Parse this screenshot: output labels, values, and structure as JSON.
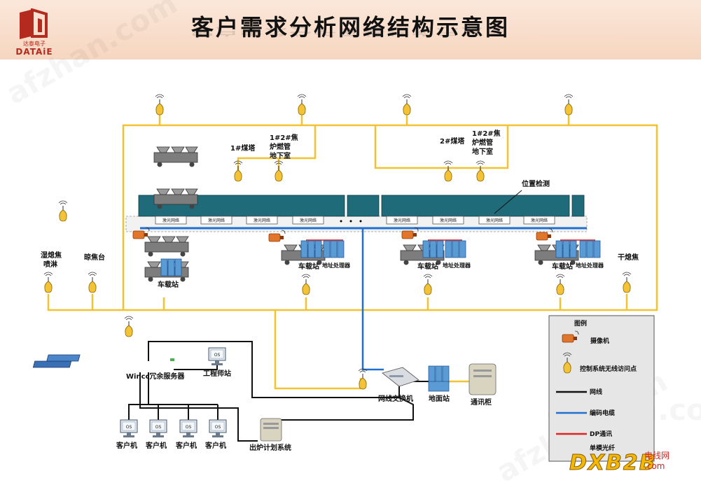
{
  "header": {
    "title": "客户需求分析网络结构示意图",
    "logo_cn": "达泰电子",
    "logo_en": "DATAiE"
  },
  "labels": {
    "coal_tower_1": "1#煤塔",
    "coke_basement_12_left": [
      "1#2#焦",
      "炉燃管",
      "地下室"
    ],
    "coal_tower_2": "2#煤塔",
    "coke_basement_12_right": [
      "1#2#焦",
      "炉燃管",
      "地下室"
    ],
    "position_detect": "位置检测",
    "wet_quench": [
      "湿熄焦",
      "喷淋"
    ],
    "coke_platform": "晾焦台",
    "dry_quench": "干熄焦",
    "car_station": "车载站",
    "address_processor": "地址处理器",
    "laser_net": "激光网络",
    "wincc_server": "Wincc冗余服务器",
    "eng_station": "工程师站",
    "net_switch": "网线交换机",
    "ground_station": "地面站",
    "comm_cabinet": "通讯柜",
    "client": "客户机",
    "plan_system": "出炉计划系统",
    "monitor_label": "OS"
  },
  "legend": {
    "title": "图例",
    "items": [
      {
        "key": "camera",
        "label": "摄像机"
      },
      {
        "key": "ap",
        "label": "控制系统无线访问点"
      },
      {
        "key": "network_cable",
        "label": "网线"
      },
      {
        "key": "coded_cable",
        "label": "编码电缆"
      },
      {
        "key": "dp",
        "label": "DP通讯"
      },
      {
        "key": "fiber",
        "label": "单模光纤"
      }
    ]
  },
  "colors": {
    "fiber": "#f2c230",
    "coded_cable": "#1f6fd1",
    "dp": "#e52020",
    "network_cable": "#111111",
    "rail_block": "#1f6b7a",
    "ap_fill": "#f3c237",
    "camera": "#e0762b",
    "cabinet": "#5b9bd5"
  },
  "watermark": [
    "afzhan.com"
  ],
  "brand": {
    "text": "DXB2B",
    "suffix": ".com",
    "cn": "电线网"
  }
}
